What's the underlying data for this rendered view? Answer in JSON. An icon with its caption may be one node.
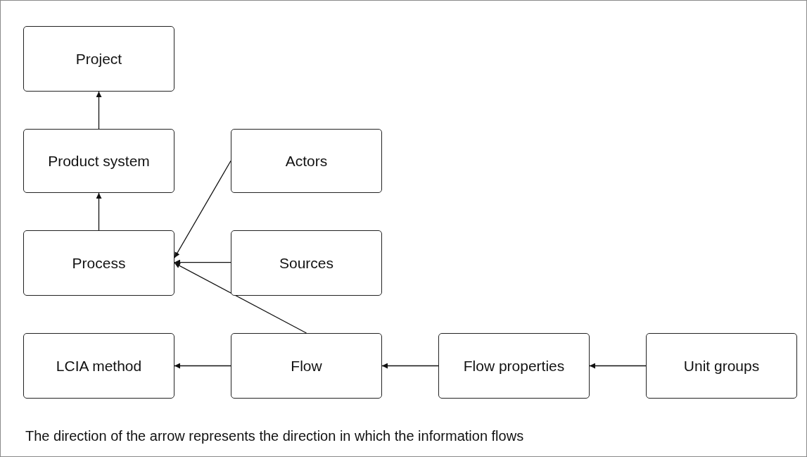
{
  "diagram": {
    "nodes": [
      {
        "text": [
          "Project"
        ]
      },
      {
        "text": [
          "Product system"
        ]
      },
      {
        "text": [
          "Actors"
        ]
      },
      {
        "text": [
          "Process"
        ]
      },
      {
        "text": [
          "Sources"
        ]
      },
      {
        "text": [
          "LCIA method"
        ]
      },
      {
        "text": [
          "Flow"
        ]
      },
      {
        "text": [
          "Flow properties"
        ]
      },
      {
        "text": [
          "Unit groups"
        ]
      }
    ],
    "edges": [
      {
        "from": 1,
        "to": 0,
        "arrow": "to"
      },
      {
        "from": 3,
        "to": 1,
        "arrow": "to"
      },
      {
        "from": 2,
        "to": 3,
        "arrow": "to"
      },
      {
        "from": 4,
        "to": 3,
        "arrow": "to"
      },
      {
        "from": 6,
        "to": 3,
        "arrow": "to"
      },
      {
        "from": 6,
        "to": 5,
        "arrow": "to"
      },
      {
        "from": 7,
        "to": 6,
        "arrow": "to"
      },
      {
        "from": 8,
        "to": 7,
        "arrow": "to"
      }
    ],
    "caption": "The direction of the arrow represents the direction in which the information flows"
  }
}
